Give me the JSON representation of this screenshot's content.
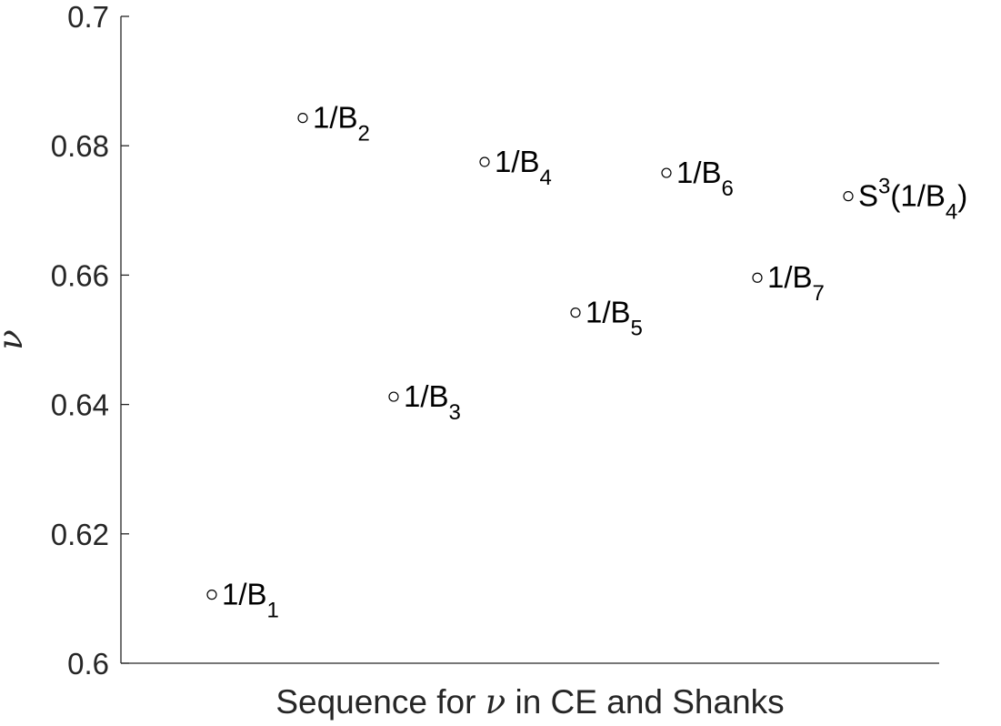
{
  "chart_data": {
    "type": "scatter",
    "xlabel_prefix": "Sequence for ",
    "xlabel_symbol": "ν",
    "xlabel_suffix": " in CE and Shanks",
    "ylabel": "ν",
    "xlim": [
      0,
      9
    ],
    "ylim": [
      0.6,
      0.7
    ],
    "yticks": [
      "0.6",
      "0.62",
      "0.64",
      "0.66",
      "0.68",
      "0.7"
    ],
    "marker": "open-circle",
    "grid": false,
    "points": [
      {
        "x": 1,
        "y": 0.6106,
        "label_main": "1/B",
        "label_sub": "1"
      },
      {
        "x": 2,
        "y": 0.6843,
        "label_main": "1/B",
        "label_sub": "2"
      },
      {
        "x": 3,
        "y": 0.6412,
        "label_main": "1/B",
        "label_sub": "3"
      },
      {
        "x": 4,
        "y": 0.6775,
        "label_main": "1/B",
        "label_sub": "4"
      },
      {
        "x": 5,
        "y": 0.6542,
        "label_main": "1/B",
        "label_sub": "5"
      },
      {
        "x": 6,
        "y": 0.6758,
        "label_main": "1/B",
        "label_sub": "6"
      },
      {
        "x": 7,
        "y": 0.6596,
        "label_main": "1/B",
        "label_sub": "7"
      },
      {
        "x": 8,
        "y": 0.6722,
        "label_main": "S",
        "label_sup": "3",
        "label_open": "(1/B",
        "label_sub": "4",
        "label_close": ")"
      }
    ]
  },
  "colors": {
    "axis": "#262626",
    "marker": "#000000",
    "text": "#000000"
  }
}
